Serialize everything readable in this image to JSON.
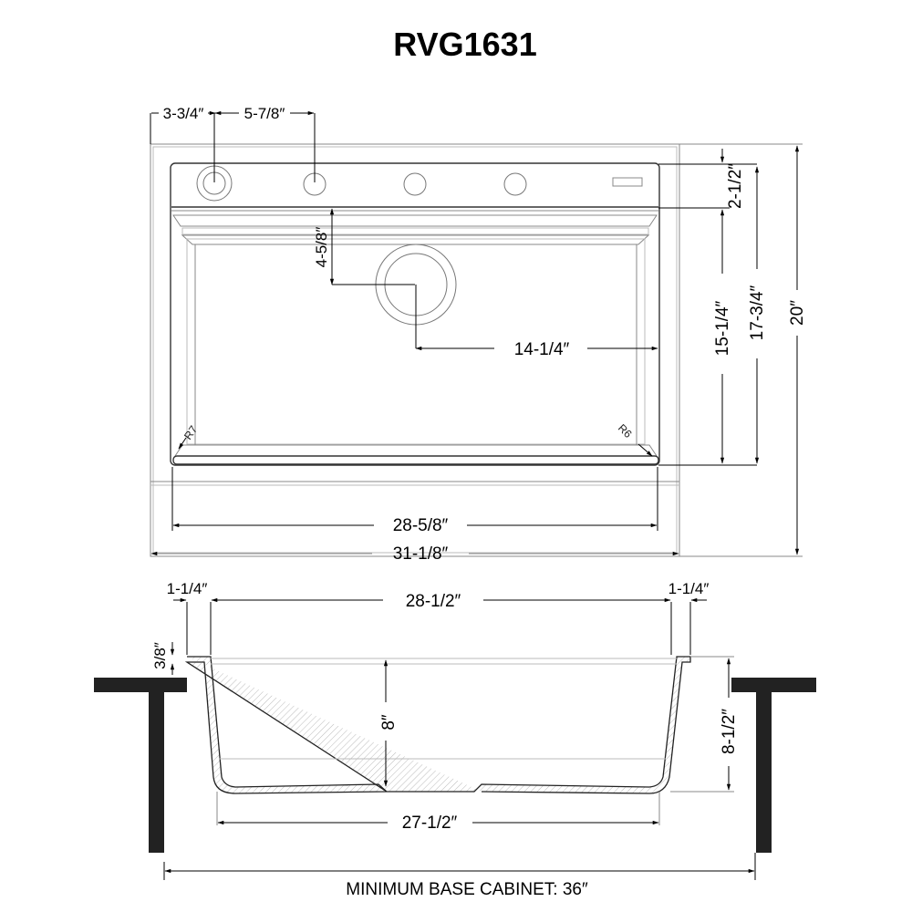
{
  "title": "RVG1631",
  "top_view": {
    "dimensions": {
      "edge_to_first_hole": "3-3/4″",
      "hole_spacing": "5-7/8″",
      "deck_depth": "2-1/2″",
      "drain_from_back": "4-5/8″",
      "drain_from_side": "14-1/4″",
      "bowl_depth_front_back": "15-1/4″",
      "interior_front_back": "17-3/4″",
      "overall_front_back": "20″",
      "bowl_width": "28-5/8″",
      "overall_width": "31-1/8″"
    },
    "corner_radii": {
      "left": "R7",
      "right": "R6"
    },
    "faucet_holes": 4
  },
  "side_view": {
    "dimensions": {
      "left_flange": "1-1/4″",
      "right_flange": "1-1/4″",
      "top_width": "28-1/2″",
      "flange_thickness": "3/8″",
      "bowl_depth": "8″",
      "overall_depth": "8-1/2″",
      "bottom_width": "27-1/2″"
    },
    "cabinet_label": "MINIMUM BASE CABINET: 36″"
  },
  "colors": {
    "line": "#000000",
    "counter": "#222222",
    "background": "#ffffff"
  }
}
